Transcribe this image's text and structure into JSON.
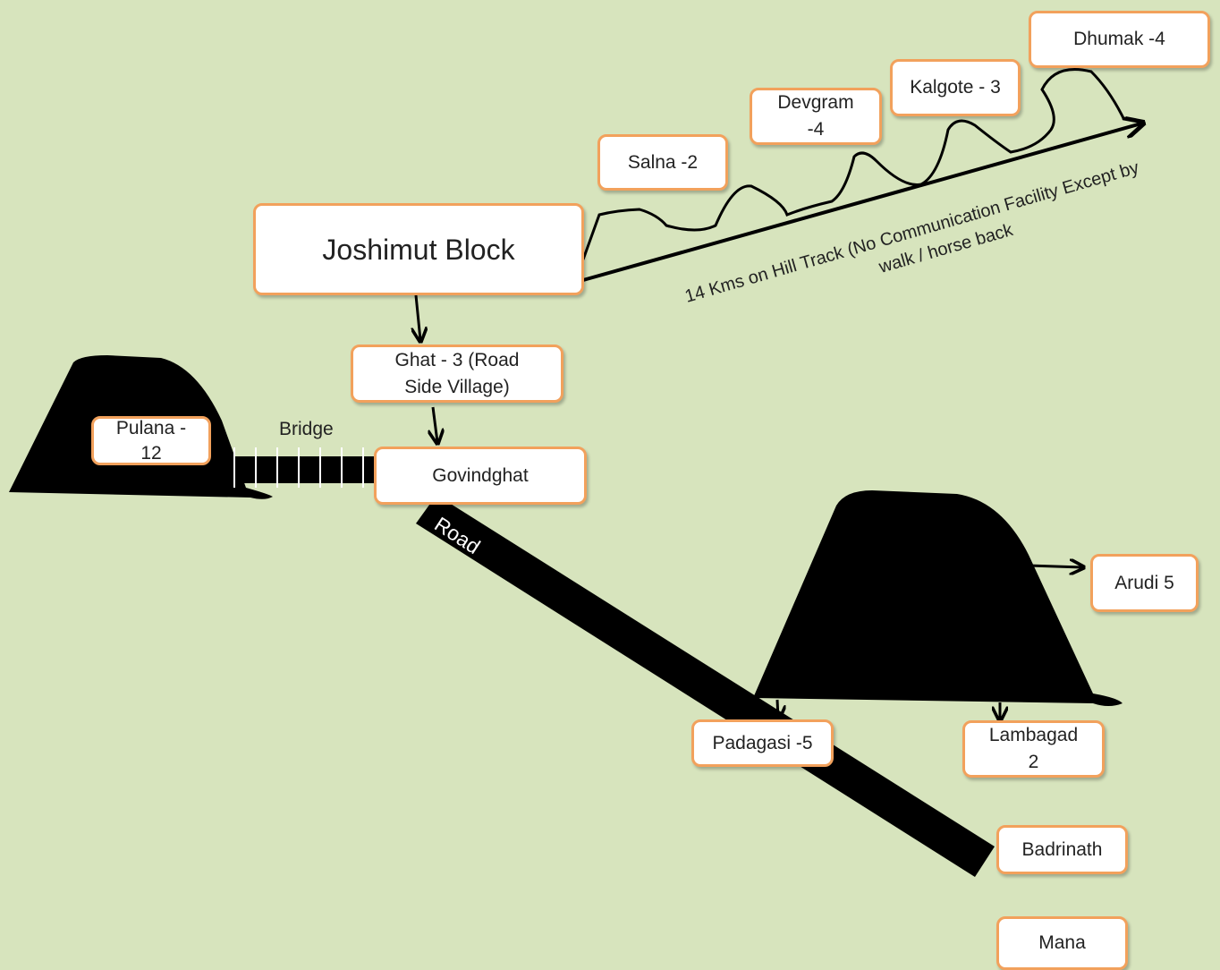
{
  "block": {
    "label": "Joshimut Block"
  },
  "villages": {
    "salna": "Salna -2",
    "devgram": "Devgram -4",
    "kalgote": "Kalgote - 3",
    "dhumak": "Dhumak -4",
    "ghat": "Ghat  - 3 (Road Side Village)",
    "govindghat": "Govindghat",
    "pulana": "Pulana - 12",
    "arudi": "Arudi 5",
    "padagasi": "Padagasi -5",
    "lambagad": "Lambagad 2",
    "badrinath": "Badrinath",
    "mana": "Mana"
  },
  "labels": {
    "bridge": "Bridge",
    "road": "Road",
    "track_line1": "14 Kms on Hill Track (No Communication Facility Except by",
    "track_line2": "walk / horse back"
  },
  "colors": {
    "background": "#d7e4bd",
    "box_border": "#f2a15c",
    "terrain": "#000000"
  }
}
